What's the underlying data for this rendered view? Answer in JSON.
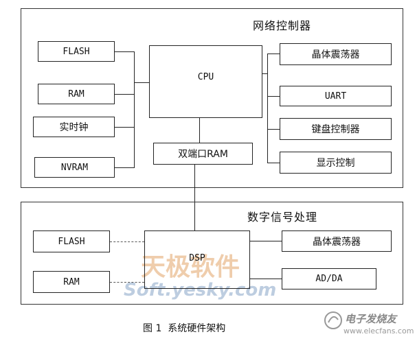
{
  "top_section": {
    "title": "网络控制器",
    "left_boxes": [
      "FLASH",
      "RAM",
      "实时钟",
      "NVRAM"
    ],
    "cpu": "CPU",
    "dual_ram": "双端口RAM",
    "right_boxes": [
      "晶体震荡器",
      "UART",
      "键盘控制器",
      "显示控制"
    ]
  },
  "bottom_section": {
    "title": "数字信号处理",
    "left_boxes": [
      "FLASH",
      "RAM"
    ],
    "dsp": "DSP",
    "right_boxes": [
      "晶体震荡器",
      "AD/DA"
    ]
  },
  "watermark": {
    "brand": "天极软件",
    "site": "Soft.yesky.com"
  },
  "caption": {
    "label": "图 1",
    "text": "系统硬件架构"
  },
  "corner_logo": {
    "brand": "电子发烧友",
    "site": "www.elecfans.com"
  }
}
